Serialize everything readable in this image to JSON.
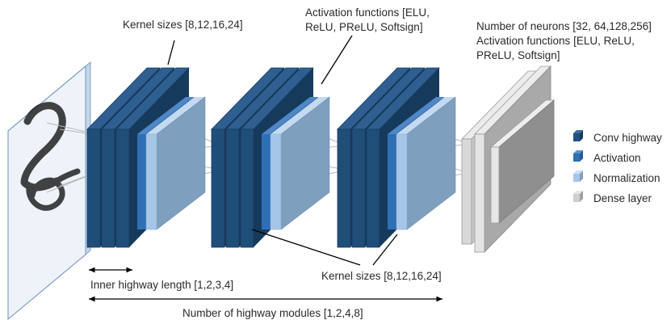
{
  "annotations": {
    "kernel_top": "Kernel sizes [8,12,16,24]",
    "activation_top_1": "Activation functions [ELU,",
    "activation_top_2": "ReLU, PReLU, Softsign]",
    "dense_1": "Number of neurons [32, 64,128,256]",
    "dense_2": "Activation functions [ELU, ReLU,",
    "dense_3": "PReLU, Softsign]",
    "kernel_bottom": "Kernel sizes [8,12,16,24]",
    "inner_length": "Inner highway length [1,2,3,4]",
    "num_modules": "Number of highway modules [1,2,4,8]"
  },
  "legend": {
    "items": [
      {
        "label": "Conv highway",
        "color": "#23507f"
      },
      {
        "label": "Activation",
        "color": "#2f6fb6"
      },
      {
        "label": "Normalization",
        "color": "#a6c6e8"
      },
      {
        "label": "Dense layer",
        "color": "#cfcfcf"
      }
    ]
  },
  "colors": {
    "conv_front": "#1f4e79",
    "conv_top": "#2e5f90",
    "conv_side": "#163a5c",
    "activation": "#2f6fb6",
    "normalization": "#a6c6e8",
    "norm_front": "#7f9fbe",
    "dense_front": "#8f8f8f",
    "dense_light": "#d8d8d8"
  },
  "input_icon": "handwritten-digit-2"
}
